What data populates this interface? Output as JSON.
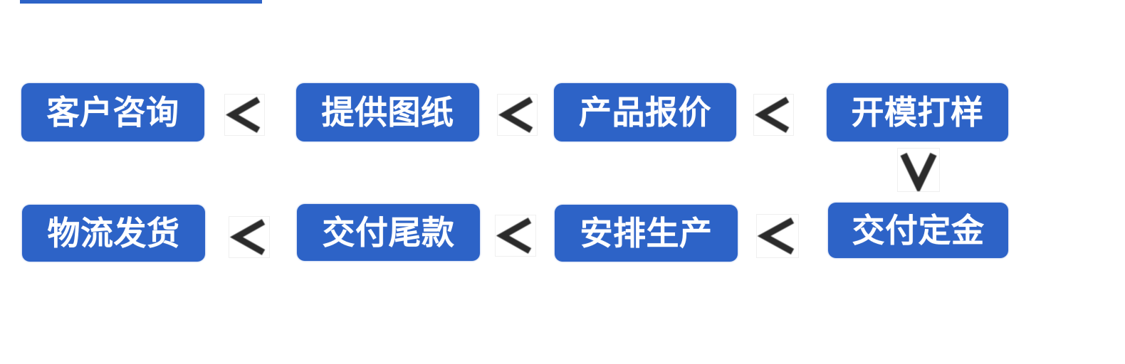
{
  "diagram": {
    "accent_bar_color": "#2d63c7",
    "box_color": "#2d63c7",
    "box_text_color": "#ffffff",
    "arrow_color": "#2b2b2b",
    "rows": [
      {
        "steps": [
          {
            "label": "客户咨询"
          },
          {
            "label": "提供图纸"
          },
          {
            "label": "产品报价"
          },
          {
            "label": "开模打样"
          }
        ]
      },
      {
        "steps": [
          {
            "label": "物流发货"
          },
          {
            "label": "交付尾款"
          },
          {
            "label": "安排生产"
          },
          {
            "label": "交付定金"
          }
        ]
      }
    ],
    "icons": {
      "horizontal_connector": "chevron-left-icon",
      "vertical_connector": "chevron-down-icon"
    }
  }
}
